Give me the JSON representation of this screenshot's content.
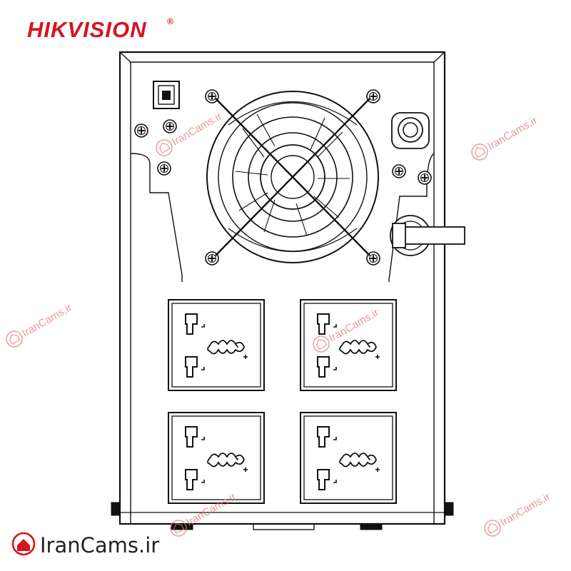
{
  "branding": {
    "logo_text": "HIKVISION",
    "logo_color": "#d7141f",
    "trademark": "®"
  },
  "watermark": {
    "text": "IranCams.ir",
    "color": "#e07878"
  },
  "footer": {
    "site_text": "IranCams.ir",
    "site_color": "#222222",
    "icon_color": "#d7141f"
  },
  "device": {
    "line_color": "#111111",
    "ports": [
      "usb-port",
      "fan",
      "epo-connector",
      "power-cable"
    ],
    "outlet_count": 4
  }
}
